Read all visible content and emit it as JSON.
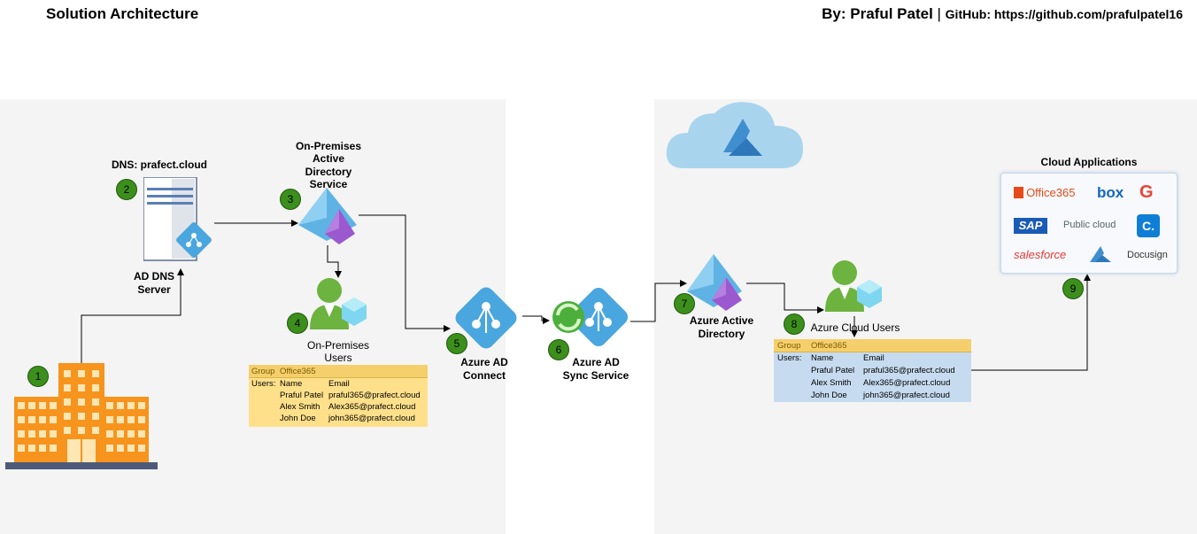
{
  "header": {
    "title": "Solution Architecture",
    "by_label": "By: Praful Patel",
    "separator": " | ",
    "github_label": "GitHub: https://github.com/prafulpatel16"
  },
  "nodes": {
    "building": {
      "badge": "1"
    },
    "dns_server": {
      "badge": "2",
      "heading": "DNS: prafect.cloud",
      "label_line1": "AD DNS",
      "label_line2": "Server"
    },
    "onprem_ad": {
      "badge": "3",
      "label_line1": "On-Premises",
      "label_line2": "Active",
      "label_line3": "Directory",
      "label_line4": "Service"
    },
    "onprem_users": {
      "badge": "4",
      "label_line1": "On-Premises",
      "label_line2": "Users"
    },
    "ad_connect": {
      "badge": "5",
      "label_line1": "Azure AD",
      "label_line2": "Connect"
    },
    "ad_sync": {
      "badge": "6",
      "label_line1": "Azure AD",
      "label_line2": "Sync Service"
    },
    "azure_ad": {
      "badge": "7",
      "label_line1": "Azure Active",
      "label_line2": "Directory"
    },
    "cloud_users": {
      "badge": "8",
      "label": "Azure Cloud Users"
    },
    "cloud_apps": {
      "badge": "9",
      "title": "Cloud Applications"
    }
  },
  "onprem_table": {
    "group_label": "Group",
    "group_value": "Office365",
    "users_label": "Users:",
    "col_name": "Name",
    "col_email": "Email",
    "rows": [
      {
        "name": "Praful Patel",
        "email": "praful365@prafect.cloud"
      },
      {
        "name": "Alex Smith",
        "email": "Alex365@prafect.cloud"
      },
      {
        "name": "John Doe",
        "email": "john365@prafect.cloud"
      }
    ]
  },
  "cloud_table": {
    "group_label": "Group",
    "group_value": "Office365",
    "users_label": "Users:",
    "col_name": "Name",
    "col_email": "Email",
    "rows": [
      {
        "name": "Praful Patel",
        "email": "praful365@prafect.cloud"
      },
      {
        "name": "Alex Smith",
        "email": "Alex365@prafect.cloud"
      },
      {
        "name": "John Doe",
        "email": "john365@prafect.cloud"
      }
    ]
  },
  "apps": {
    "office365": "Office365",
    "box": "box",
    "google": "G",
    "sap": "SAP",
    "public_cloud": "Public cloud",
    "c_app": "C.",
    "salesforce": "salesforce",
    "docusign": "Docusign"
  },
  "colors": {
    "panel": "#f4f4f4",
    "badge": "#3c8f1c",
    "onprem_table": "#ffe08a",
    "cloud_table": "#c6dbef",
    "azure_blue": "#4aa6de",
    "user_green": "#6db33f",
    "building_orange": "#f7941d"
  }
}
